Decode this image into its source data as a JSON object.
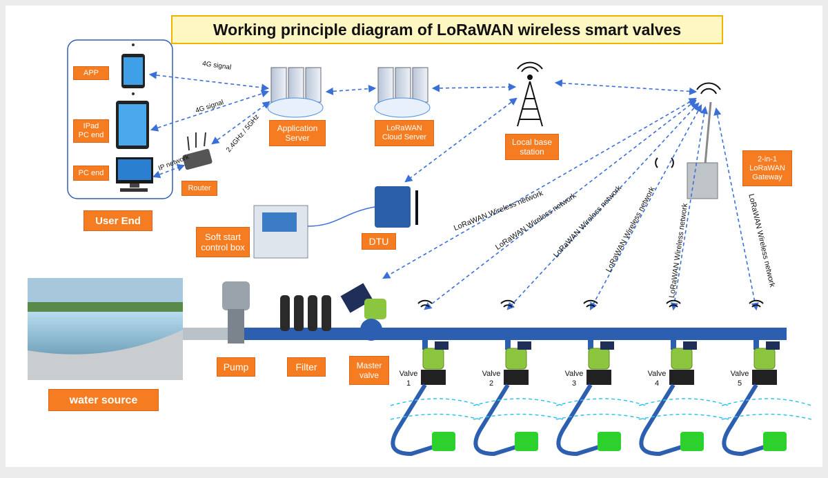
{
  "title": "Working principle diagram of LoRaWAN wireless smart valves",
  "labels": {
    "app": "APP",
    "ipad": "IPad\nPC end",
    "pc_end": "PC end",
    "router": "Router",
    "user_end": "User End",
    "app_server": "Application\nServer",
    "cloud_server": "LoRaWAN\nCloud Server",
    "base_station": "Local base\nstation",
    "gateway": "2-in-1\nLoRaWAN\nGateway",
    "dtu": "DTU",
    "soft_start": "Soft start\ncontrol box",
    "pump": "Pump",
    "filter": "Filter",
    "master_valve": "Master\nvalve",
    "water_source": "water source"
  },
  "links": {
    "signal_4g_a": "4G signal",
    "signal_4g_b": "4G signal",
    "wifi_band": "2.4GHz / 5GHz",
    "ip_network": "IP network",
    "lorawan": "LoRaWAN Wireless network"
  },
  "valves": [
    {
      "label": "Valve\n1"
    },
    {
      "label": "Valve\n2"
    },
    {
      "label": "Valve\n3"
    },
    {
      "label": "Valve\n4"
    },
    {
      "label": "Valve\n5"
    }
  ],
  "colors": {
    "accent": "#f57c20",
    "dashed_link": "#3a6fd8",
    "pipe": "#2d5fb0",
    "valve_green": "#8cc63f",
    "title_bg": "#fff7c2"
  }
}
